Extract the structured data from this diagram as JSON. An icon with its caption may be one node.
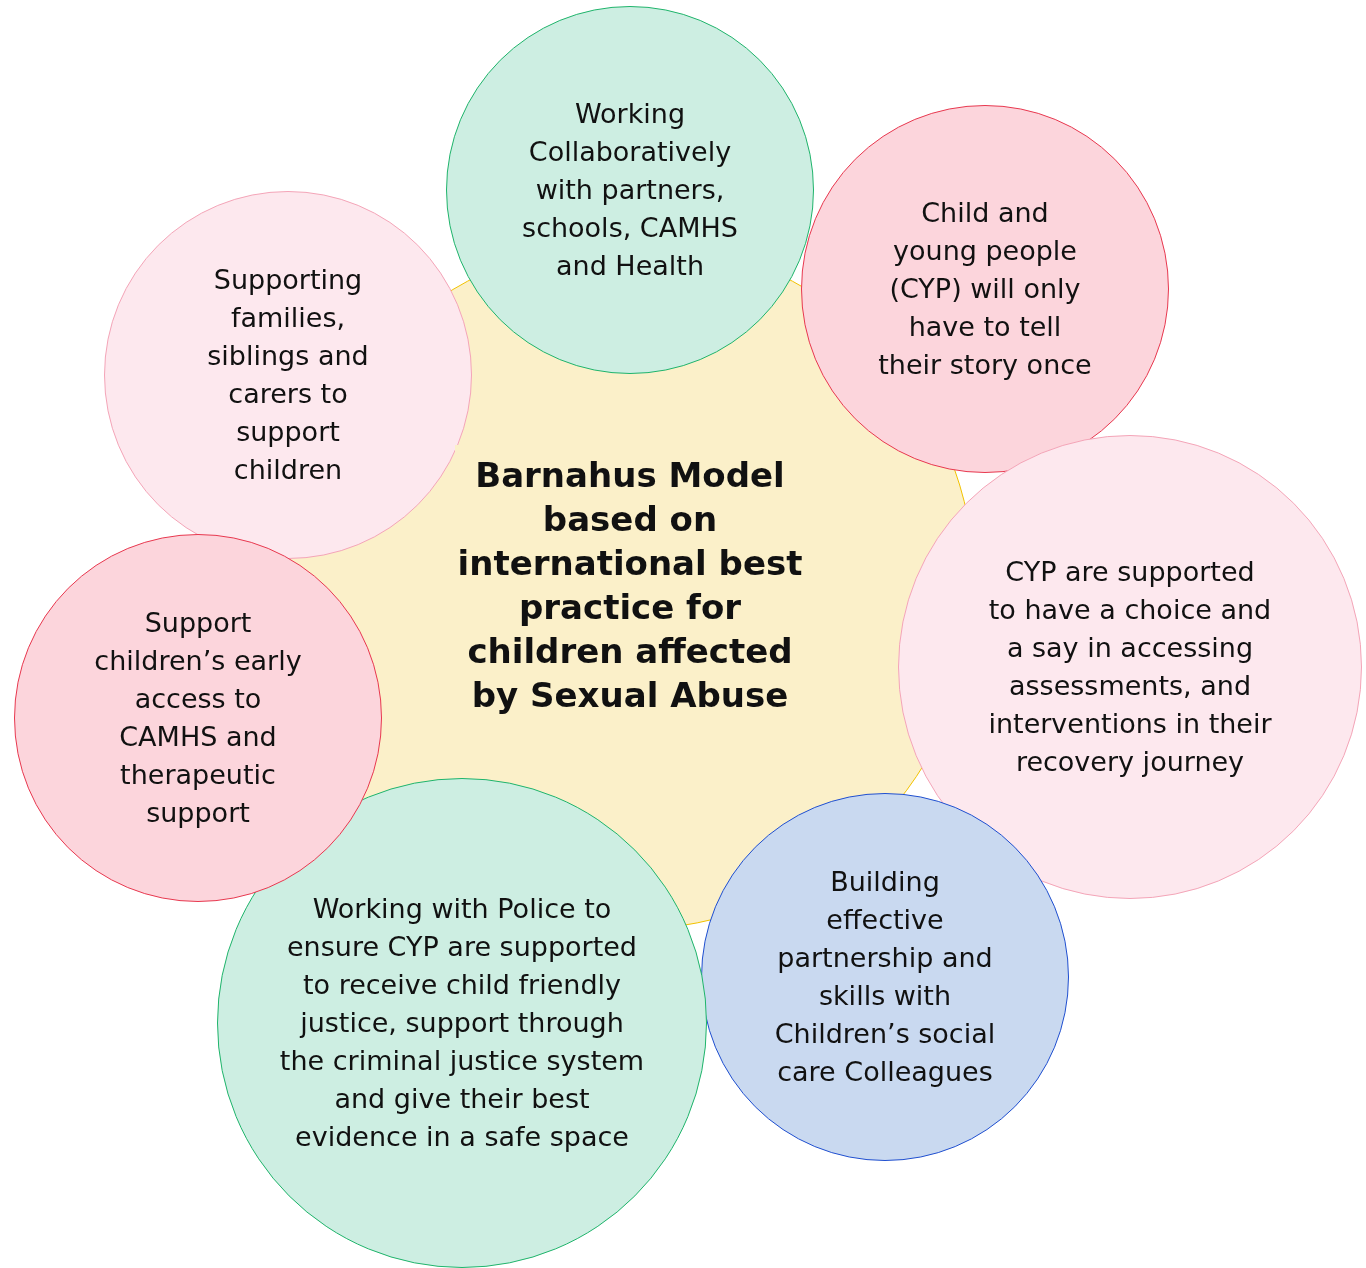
{
  "diagram": {
    "nodes": [
      {
        "text": [
          "Barnahus Model based on international best practice for children affected by Sexual Abuse"
        ]
      },
      {
        "text": [
          "Working Collaboratively with partners, schools, CAMHS and Health"
        ]
      },
      {
        "text": [
          "Child and young people (CYP) will only have to tell their story once"
        ]
      },
      {
        "text": [
          "Supporting families, siblings and carers to support children"
        ]
      },
      {
        "text": [
          "CYP are supported to have a choice and a say in accessing assessments, and interventions in their recovery journey"
        ]
      },
      {
        "text": [
          "Support children’s early access to CAMHS and therapeutic support"
        ]
      },
      {
        "text": [
          "Building effective partnership and skills with Children’s social care Colleagues"
        ]
      },
      {
        "text": [
          "Working with Police to ensure CYP are supported to receive child friendly justice, support through the criminal justice system and give their best evidence in a safe space"
        ]
      }
    ]
  }
}
